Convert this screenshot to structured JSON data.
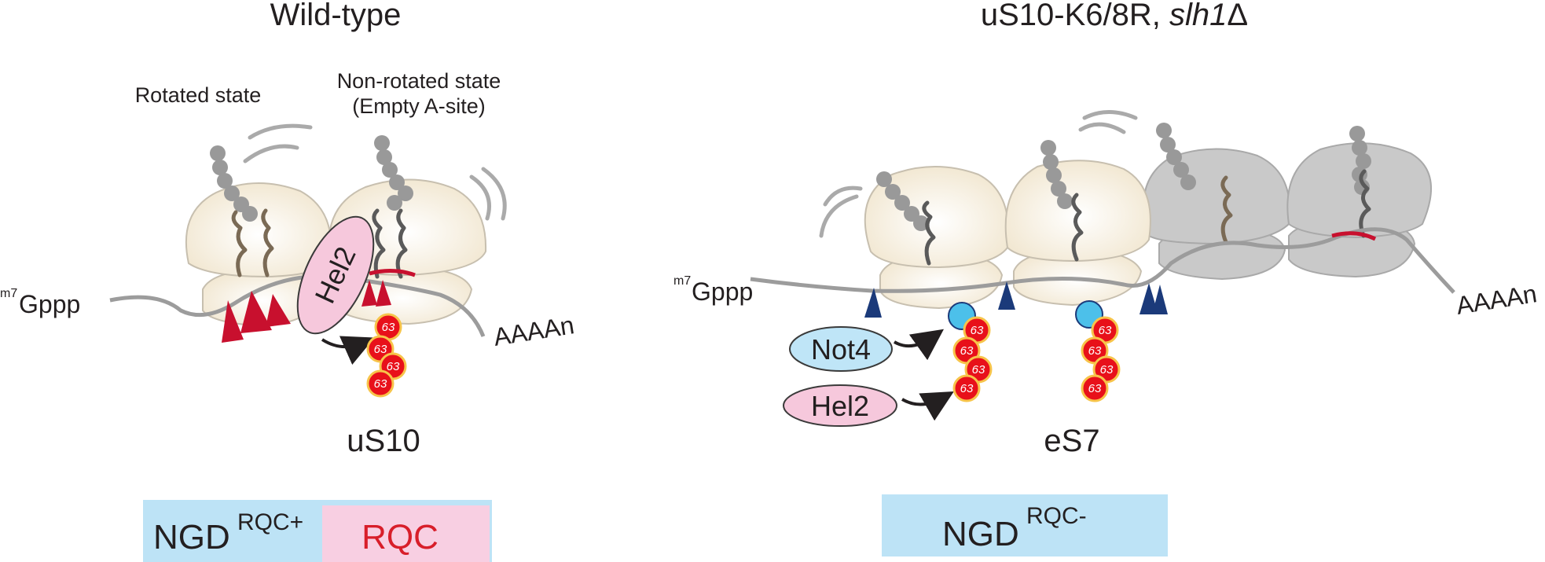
{
  "colors": {
    "ribosome_fill": "#f3ead8",
    "ribosome_stroke": "#c7bfaf",
    "stalled_fill": "#c9c9c9",
    "stalled_stroke": "#a9a9a9",
    "mrna": "#9c9c9c",
    "tRNA_brown": "#7a6a55",
    "tRNA_dark": "#5a5a5a",
    "nascent_bead": "#999999",
    "cleavage_red": "#c8102e",
    "cleavage_blue": "#1b3a7a",
    "ubiquitin_fill": "#e8101a",
    "ubiquitin_ring": "#f7c44a",
    "hel2_fill": "#f6c8dc",
    "not4_fill": "#bfe5f7",
    "eS7_ligase_dot": "#4cc0ea",
    "ngd_box": "#bde3f6",
    "rqc_box": "#f8cfe2",
    "rqc_text": "#d81e2a"
  },
  "left_panel": {
    "title": "Wild-type",
    "label_rotated": "Rotated state",
    "label_nonrotated_1": "Non-rotated state",
    "label_nonrotated_2": "(Empty A-site)",
    "cap_sup": "m7",
    "cap_main": "Gppp",
    "polyA": "AAAAn",
    "hel2": "Hel2",
    "ub_label": "63",
    "protein_label": "uS10",
    "box_ngd": "NGD",
    "box_ngd_sup": "RQC+",
    "box_rqc": "RQC"
  },
  "right_panel": {
    "title_main": "uS10-K6/8R, ",
    "title_italic": "slh1",
    "title_delta": "Δ",
    "cap_sup": "m7",
    "cap_main": "Gppp",
    "polyA": "AAAAn",
    "not4": "Not4",
    "hel2": "Hel2",
    "ub_label": "63",
    "protein_label": "eS7",
    "box_ngd": "NGD",
    "box_ngd_sup": "RQC-"
  }
}
